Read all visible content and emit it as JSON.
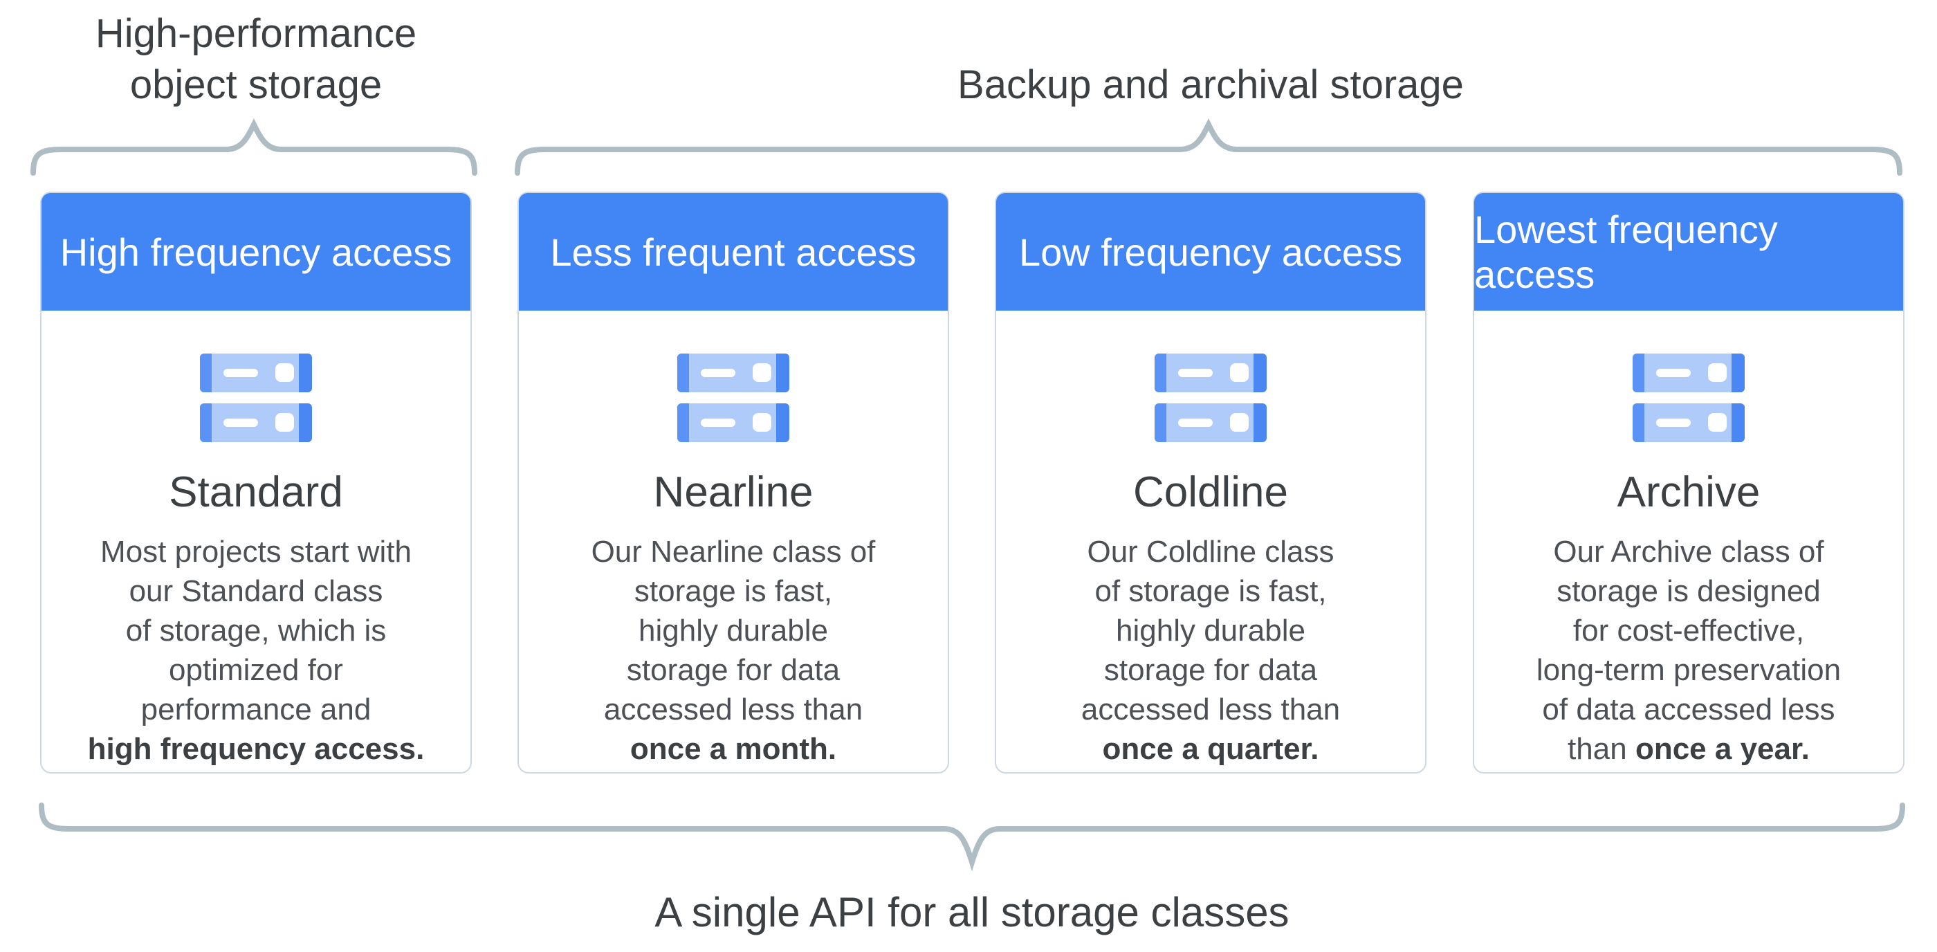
{
  "colors": {
    "accent_blue": "#4285f4",
    "icon_light_blue": "#aecbfa",
    "icon_cap_left": "#5a92f5",
    "icon_cap_right": "#4b87f2",
    "brace": "#aebcc4",
    "card_border": "#cdd9e2",
    "heading_text": "#3c4043",
    "body_text": "#4d5156"
  },
  "groups": {
    "left_label_line1": "High-performance",
    "left_label_line2": "object storage",
    "right_label": "Backup and archival storage",
    "bottom_label": "A single API for all storage classes"
  },
  "cards": [
    {
      "header": "High frequency access",
      "title": "Standard",
      "body_lines": [
        [
          {
            "t": "Most projects start with"
          }
        ],
        [
          {
            "t": "our Standard class"
          }
        ],
        [
          {
            "t": "of storage, which is"
          }
        ],
        [
          {
            "t": "optimized for"
          }
        ],
        [
          {
            "t": "performance and"
          }
        ],
        [
          {
            "t": "high frequency access.",
            "b": true
          }
        ]
      ]
    },
    {
      "header": "Less frequent access",
      "title": "Nearline",
      "body_lines": [
        [
          {
            "t": "Our Nearline class of"
          }
        ],
        [
          {
            "t": "storage is fast,"
          }
        ],
        [
          {
            "t": "highly durable"
          }
        ],
        [
          {
            "t": "storage for data"
          }
        ],
        [
          {
            "t": "accessed less than"
          }
        ],
        [
          {
            "t": "once a month.",
            "b": true
          }
        ]
      ]
    },
    {
      "header": "Low frequency access",
      "title": "Coldline",
      "body_lines": [
        [
          {
            "t": "Our Coldline class"
          }
        ],
        [
          {
            "t": "of storage is fast,"
          }
        ],
        [
          {
            "t": "highly durable"
          }
        ],
        [
          {
            "t": "storage for data"
          }
        ],
        [
          {
            "t": "accessed less than"
          }
        ],
        [
          {
            "t": "once a quarter.",
            "b": true
          }
        ]
      ]
    },
    {
      "header": "Lowest frequency access",
      "title": "Archive",
      "body_lines": [
        [
          {
            "t": "Our Archive class of"
          }
        ],
        [
          {
            "t": "storage is designed"
          }
        ],
        [
          {
            "t": "for cost-effective,"
          }
        ],
        [
          {
            "t": "long-term preservation"
          }
        ],
        [
          {
            "t": "of data accessed less"
          }
        ],
        [
          {
            "t": "than "
          },
          {
            "t": "once a year.",
            "b": true
          }
        ]
      ]
    }
  ]
}
